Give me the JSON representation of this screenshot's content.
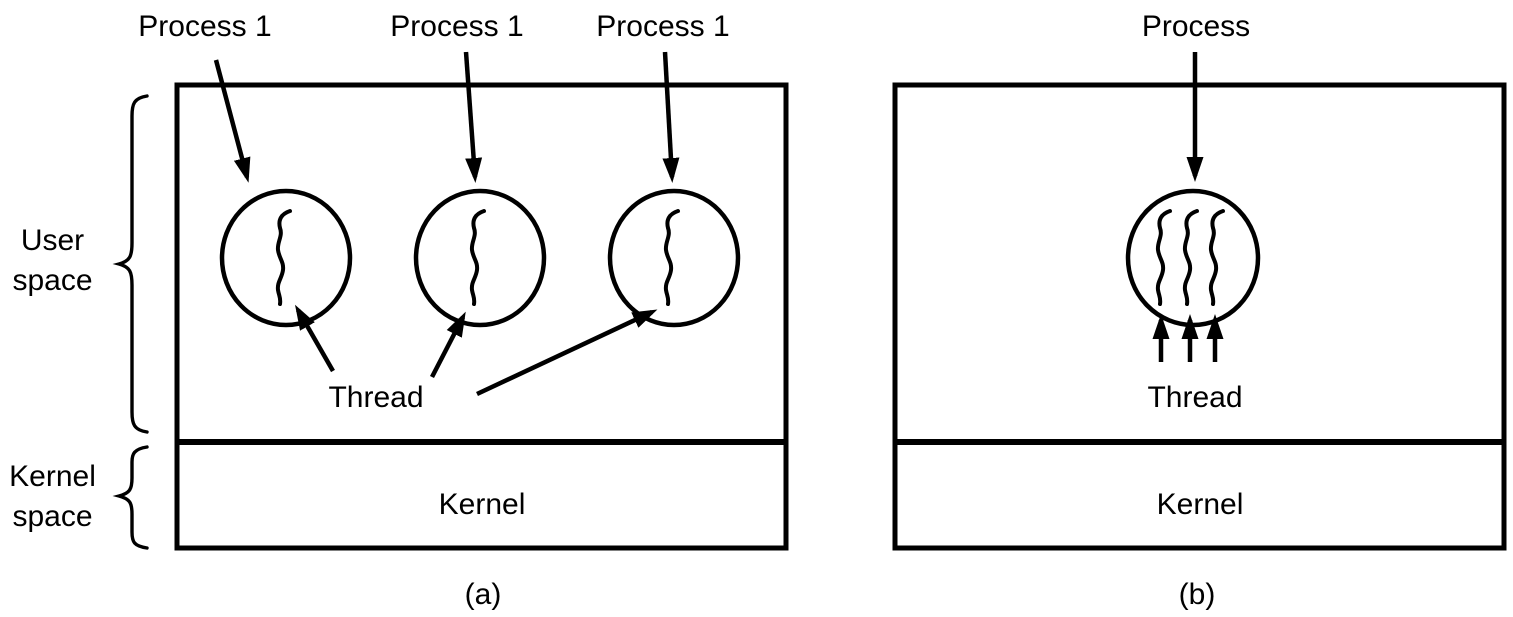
{
  "colors": {
    "ink": "#000000",
    "background": "#ffffff"
  },
  "side_labels": {
    "user_space": "User space",
    "kernel_space": "Kernel space"
  },
  "panel_a": {
    "caption": "(a)",
    "process_labels": [
      "Process 1",
      "Process 1",
      "Process 1"
    ],
    "thread_label": "Thread",
    "kernel_label": "Kernel"
  },
  "panel_b": {
    "caption": "(b)",
    "process_label": "Process",
    "thread_label": "Thread",
    "kernel_label": "Kernel"
  }
}
